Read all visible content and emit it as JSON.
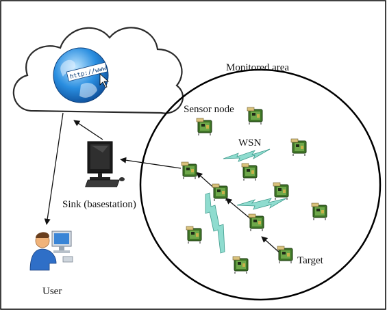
{
  "labels": {
    "monitored_area": "Monitored area",
    "sensor_node": "Sensor node",
    "wsn": "WSN",
    "sink": "Sink (basestation)",
    "target": "Target",
    "user": "User",
    "url_text": "http://www"
  },
  "colors": {
    "frame": "#000000",
    "cloud_stroke": "#2b2b2b",
    "globe": "#1f7fd0",
    "signal": "#7fd3c8",
    "node_body": "#4e8a2e",
    "node_board": "#2f5d1f"
  },
  "icons": {
    "internet": "globe-icon",
    "sink": "computer-icon",
    "user": "user-at-computer-icon",
    "node": "sensor-node-icon",
    "signal": "lightning-signal-icon"
  }
}
